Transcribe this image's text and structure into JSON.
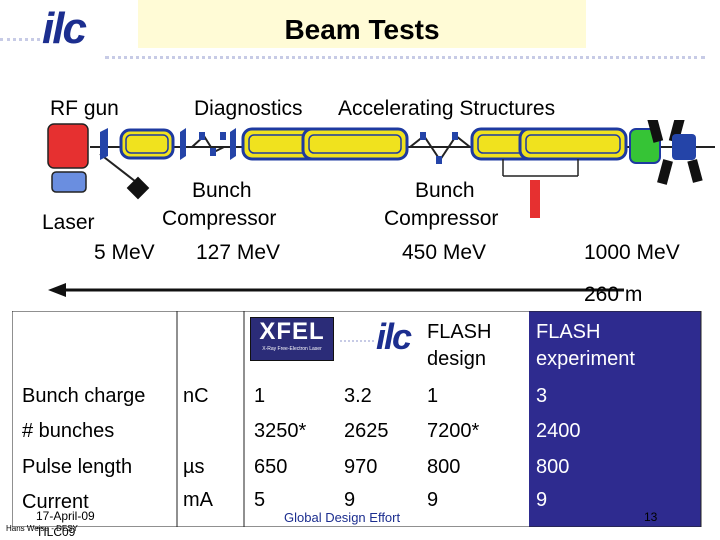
{
  "header": {
    "logo_text": "ilc",
    "title": "Beam Tests"
  },
  "beamline": {
    "labels": {
      "rf_gun": "RF gun",
      "diagnostics": "Diagnostics",
      "accelerating": "Accelerating Structures",
      "bunch1": "Bunch",
      "compressor1": "Compressor",
      "bunch2": "Bunch",
      "compressor2": "Compressor",
      "laser": "Laser"
    },
    "energies": [
      "5 MeV",
      "127 MeV",
      "450 MeV",
      "1000 MeV"
    ],
    "length": "260 m"
  },
  "table": {
    "logos": {
      "xfel": "XFEL",
      "xfel_sub": "X-Ray Free-Electron Laser",
      "ilc": "ilc"
    },
    "headers": {
      "flash_design": [
        "FLASH",
        "design"
      ],
      "flash_experiment": [
        "FLASH",
        "experiment"
      ]
    },
    "rows": [
      {
        "param": "Bunch charge",
        "unit": "nC",
        "xfel": "1",
        "ilc": "3.2",
        "flash_design": "1",
        "flash_exp": "3"
      },
      {
        "param": "# bunches",
        "unit": "",
        "xfel": "3250*",
        "ilc": "2625",
        "flash_design": "7200*",
        "flash_exp": "2400"
      },
      {
        "param": "Pulse length",
        "unit": "µs",
        "xfel": "650",
        "ilc": "970",
        "flash_design": "800",
        "flash_exp": "800"
      },
      {
        "param": "Current",
        "unit": "mA",
        "xfel": "5",
        "ilc": "9",
        "flash_design": "9",
        "flash_exp": "9"
      }
    ]
  },
  "footer": {
    "date": "17-April-09",
    "author": "Hans Weise - DESY",
    "venue": "TILC09",
    "center": "Global Design Effort",
    "page": "13"
  },
  "colors": {
    "title_bg": "#fffbd6",
    "cavity": "#f0e21e",
    "cavity_border": "#1e3aa0",
    "flash_experiment_bg": "#2e2b8f",
    "gun": "#e63030"
  }
}
